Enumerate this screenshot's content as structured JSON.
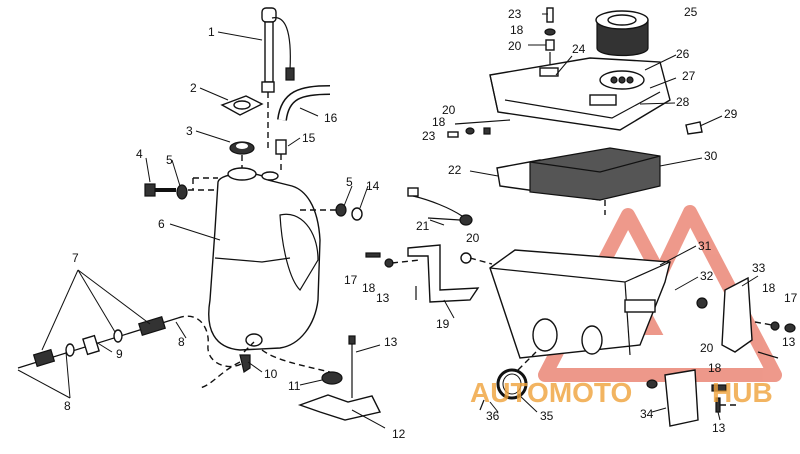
{
  "labels": [
    {
      "key": "l1",
      "text": "1"
    },
    {
      "key": "l2",
      "text": "2"
    },
    {
      "key": "l3",
      "text": "3"
    },
    {
      "key": "l4",
      "text": "4"
    },
    {
      "key": "l5a",
      "text": "5"
    },
    {
      "key": "l5b",
      "text": "5"
    },
    {
      "key": "l6",
      "text": "6"
    },
    {
      "key": "l7",
      "text": "7"
    },
    {
      "key": "l8a",
      "text": "8"
    },
    {
      "key": "l8b",
      "text": "8"
    },
    {
      "key": "l9",
      "text": "9"
    },
    {
      "key": "l10",
      "text": "10"
    },
    {
      "key": "l11",
      "text": "11"
    },
    {
      "key": "l12",
      "text": "12"
    },
    {
      "key": "l13a",
      "text": "13"
    },
    {
      "key": "l13b",
      "text": "13"
    },
    {
      "key": "l13c",
      "text": "13"
    },
    {
      "key": "l13d",
      "text": "13"
    },
    {
      "key": "l14",
      "text": "14"
    },
    {
      "key": "l15",
      "text": "15"
    },
    {
      "key": "l16",
      "text": "16"
    },
    {
      "key": "l17a",
      "text": "17"
    },
    {
      "key": "l17b",
      "text": "17"
    },
    {
      "key": "l18a",
      "text": "18"
    },
    {
      "key": "l18b",
      "text": "18"
    },
    {
      "key": "l18c",
      "text": "18"
    },
    {
      "key": "l18d",
      "text": "18"
    },
    {
      "key": "l18e",
      "text": "18"
    },
    {
      "key": "l19",
      "text": "19"
    },
    {
      "key": "l20a",
      "text": "20"
    },
    {
      "key": "l20b",
      "text": "20"
    },
    {
      "key": "l20c",
      "text": "20"
    },
    {
      "key": "l20d",
      "text": "20"
    },
    {
      "key": "l21",
      "text": "21"
    },
    {
      "key": "l22",
      "text": "22"
    },
    {
      "key": "l23a",
      "text": "23"
    },
    {
      "key": "l23b",
      "text": "23"
    },
    {
      "key": "l24",
      "text": "24"
    },
    {
      "key": "l25",
      "text": "25"
    },
    {
      "key": "l26",
      "text": "26"
    },
    {
      "key": "l27",
      "text": "27"
    },
    {
      "key": "l28",
      "text": "28"
    },
    {
      "key": "l29",
      "text": "29"
    },
    {
      "key": "l30",
      "text": "30"
    },
    {
      "key": "l31",
      "text": "31"
    },
    {
      "key": "l32",
      "text": "32"
    },
    {
      "key": "l33",
      "text": "33"
    },
    {
      "key": "l34",
      "text": "34"
    },
    {
      "key": "l35",
      "text": "35"
    },
    {
      "key": "l36",
      "text": "36"
    }
  ],
  "watermark": {
    "text_left": "AUTOMOTO",
    "text_right": "HUB",
    "color_red": "#e0452b",
    "color_orange": "#f0a23a"
  }
}
